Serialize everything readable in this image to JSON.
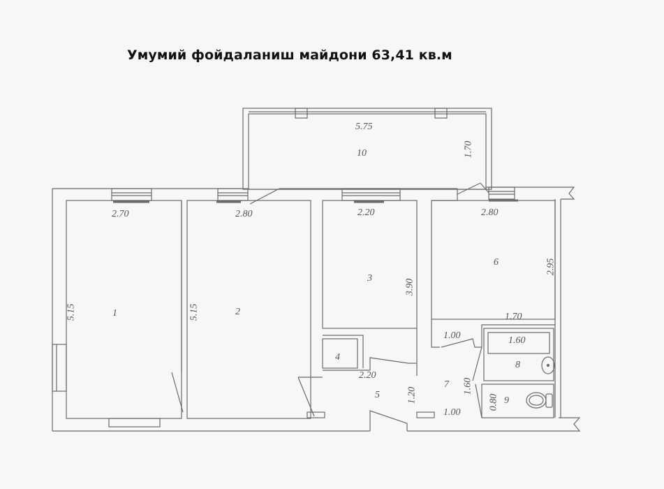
{
  "title": "Умумий фойдаланиш майдони 63,41 кв.м",
  "colors": {
    "background": "#f7f7f5",
    "line": "#666666",
    "text": "#555555",
    "title": "#111111"
  },
  "rooms": [
    {
      "id": "1",
      "label": "1",
      "width": "2.70",
      "length": "5.15"
    },
    {
      "id": "2",
      "label": "2",
      "width": "2.80",
      "length": "5.15"
    },
    {
      "id": "3",
      "label": "3",
      "width": "2.20",
      "length": "3.90"
    },
    {
      "id": "4",
      "label": "4"
    },
    {
      "id": "5",
      "label": "5",
      "width": "2.20",
      "length": "1.20"
    },
    {
      "id": "6",
      "label": "6",
      "width": "2.80",
      "length": "2.95"
    },
    {
      "id": "7",
      "label": "7",
      "width": "1.00",
      "length": "1.60",
      "width_bottom": "1.00"
    },
    {
      "id": "8",
      "label": "8",
      "width": "1.70",
      "bath": "1.60"
    },
    {
      "id": "9",
      "label": "9",
      "length": "0.80"
    },
    {
      "id": "10",
      "label": "10",
      "width": "5.75",
      "length": "1.70"
    }
  ]
}
